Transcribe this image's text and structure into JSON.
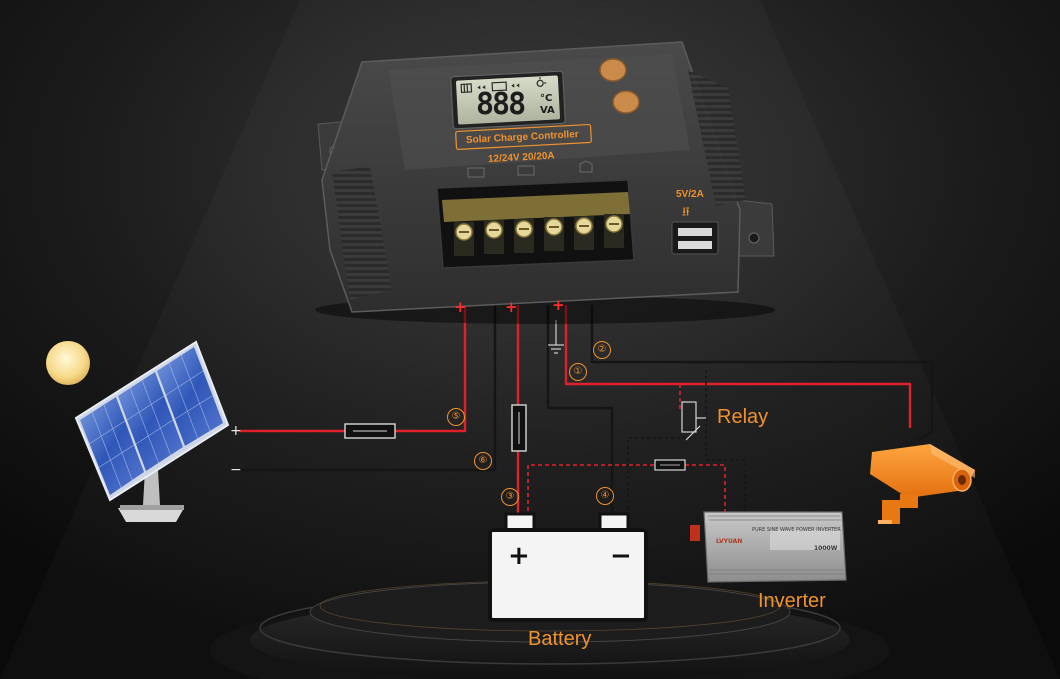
{
  "labels": {
    "relay": "Relay",
    "battery": "Battery",
    "inverter": "Inverter"
  },
  "markers": [
    "①",
    "②",
    "③",
    "④",
    "⑤",
    "⑥"
  ],
  "polarity": {
    "panel_positive": "+",
    "panel_negative": "−",
    "battery_positive": "+",
    "battery_negative": "−",
    "terminal_plus": "+"
  },
  "controller": {
    "title": "Solar Charge Controller",
    "spec": "12/24V  20/20A",
    "lcd_digits": "888",
    "lcd_unit_top": "°C",
    "lcd_unit_bottom": "VA",
    "usb_label": "5V/2A",
    "usb_icon": "usb-icon"
  },
  "inverter_device": {
    "brand": "LVYUAN",
    "model": "PURE SINE WAVE POWER INVERTER",
    "rating": "1000W"
  },
  "colors": {
    "accent": "#f0922e",
    "positive_wire": "#e0202a",
    "negative_wire": "#151515",
    "background": "#0d0d0d"
  }
}
